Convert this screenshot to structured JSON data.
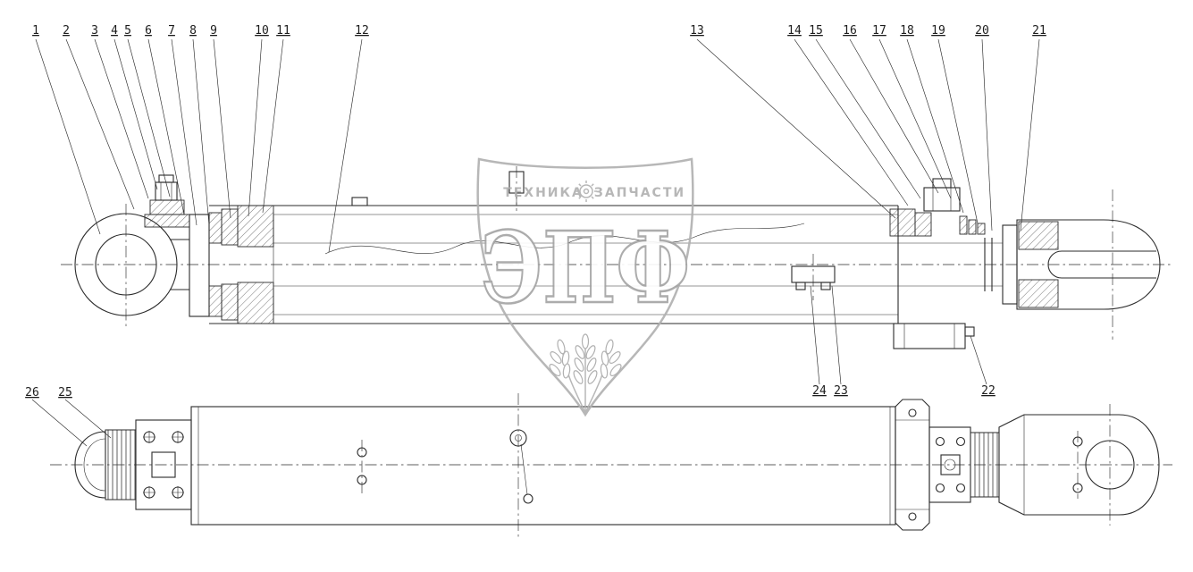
{
  "drawing": {
    "subject": "Hydraulic cylinder assembly drawing, two orthographic views with numbered part callouts"
  },
  "colors": {
    "background": "#ffffff",
    "line": "#2b2b2b",
    "watermark": "#b0b0b0"
  },
  "watermark": {
    "banner_left": "ТЕХНИКА",
    "banner_right": "ЗАПЧАСТИ",
    "logo": "ЭПФ"
  },
  "callouts": [
    {
      "label": "1"
    },
    {
      "label": "2"
    },
    {
      "label": "3"
    },
    {
      "label": "4"
    },
    {
      "label": "5"
    },
    {
      "label": "6"
    },
    {
      "label": "7"
    },
    {
      "label": "8"
    },
    {
      "label": "9"
    },
    {
      "label": "10"
    },
    {
      "label": "11"
    },
    {
      "label": "12"
    },
    {
      "label": "13"
    },
    {
      "label": "14"
    },
    {
      "label": "15"
    },
    {
      "label": "16"
    },
    {
      "label": "17"
    },
    {
      "label": "18"
    },
    {
      "label": "19"
    },
    {
      "label": "20"
    },
    {
      "label": "21"
    },
    {
      "label": "22"
    },
    {
      "label": "23"
    },
    {
      "label": "24"
    },
    {
      "label": "25"
    },
    {
      "label": "26"
    }
  ]
}
